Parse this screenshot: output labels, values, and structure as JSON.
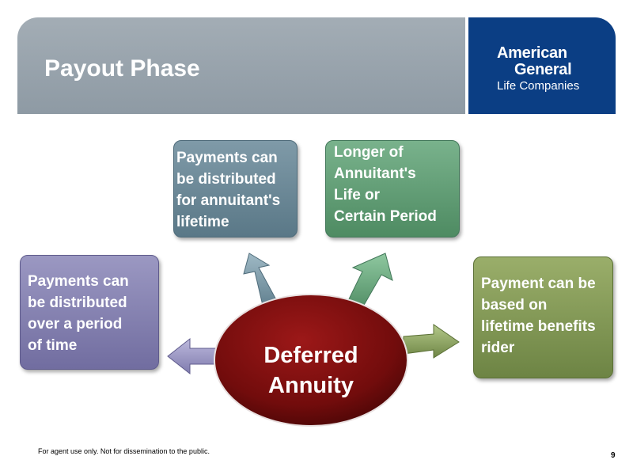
{
  "header": {
    "title": "Payout Phase",
    "color": "#96a2ab"
  },
  "logo": {
    "line1": "American",
    "line2": "General",
    "line3": "Life Companies",
    "color": "#0b3e84"
  },
  "diagram": {
    "center": "Deferred\nAnnuity",
    "boxes": {
      "top_left": "Payments can\nbe distributed\nfor annuitant's\nlifetime",
      "top_right": "Longer of\nAnnuitant's\nLife or\nCertain Period",
      "left": "Payments can\nbe distributed\nover a period\nof time",
      "right": "Payment can be\nbased on\nlifetime benefits\nrider"
    },
    "colors": {
      "center": "#7a0f0f",
      "top_left": "#6a8796",
      "top_right": "#5e9a72",
      "left": "#8480b2",
      "right": "#82985a"
    }
  },
  "footer": {
    "disclaimer": "For agent use only. Not for dissemination to the public.",
    "page_number": "9"
  }
}
